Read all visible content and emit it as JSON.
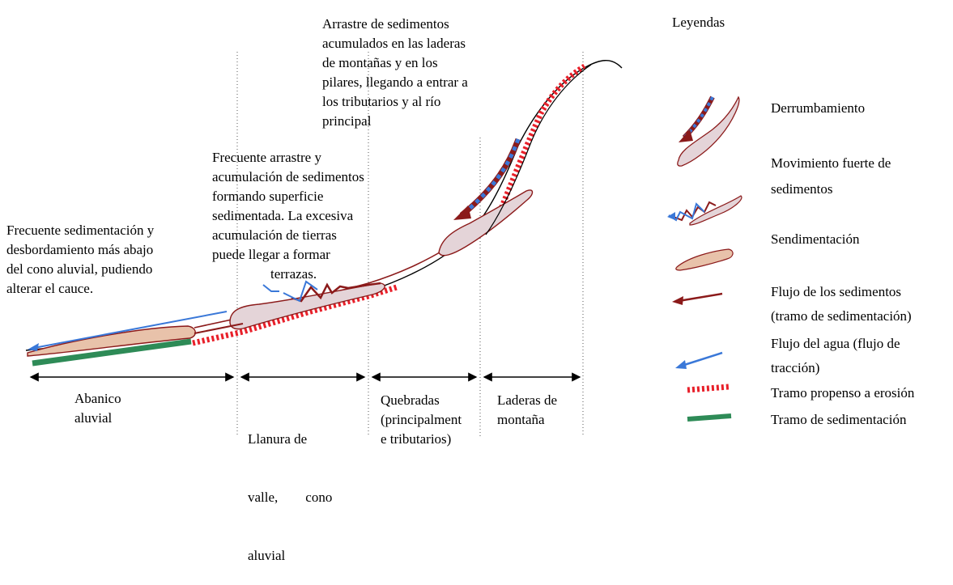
{
  "annotations": {
    "top": [
      "Arrastre de sedimentos",
      "acumulados en las laderas",
      "de montañas y en los",
      "pilares, llegando a entrar a",
      "los tributarios y al río",
      "principal"
    ],
    "middle": [
      "Frecuente arrastre y",
      "acumulación de sedimentos",
      "formando superficie",
      "sedimentada. La excesiva",
      "acumulación de tierras",
      "puede llegar a formar",
      "terrazas."
    ],
    "left": [
      "Frecuente sedimentación y",
      "desbordamiento más abajo",
      "del cono aluvial, pudiendo",
      "alterar el cauce."
    ]
  },
  "zones": {
    "abanico": [
      "Abanico",
      "aluvial"
    ],
    "llanura": [
      "Llanura de",
      "valle,        cono",
      "aluvial"
    ],
    "quebradas": [
      "Quebradas",
      "(principalment",
      "e tributarios)"
    ],
    "laderas": [
      "Laderas de",
      "montaña"
    ]
  },
  "legend": {
    "title": "Leyendas",
    "derrumbamiento": "Derrumbamiento",
    "movimiento": [
      "Movimiento fuerte de",
      "sedimentos"
    ],
    "sedimentacion": "Sendimentación",
    "flujo_sedimentos": [
      "Flujo de los sedimentos",
      "(tramo de sedimentación)"
    ],
    "flujo_agua": [
      "Flujo del agua (flujo de",
      "tracción)"
    ],
    "erosion": "Tramo propenso a erosión",
    "tramo_sedimentacion": "Tramo de sedimentación"
  },
  "colors": {
    "sediment_flow": "#8b1a1a",
    "water_flow": "#3a78d8",
    "erosion": "#e8202a",
    "sedimentation_band": "#2e8b57",
    "deposit_fill": "#e8c2aa",
    "landslide_fill": "#e4d4d8"
  }
}
